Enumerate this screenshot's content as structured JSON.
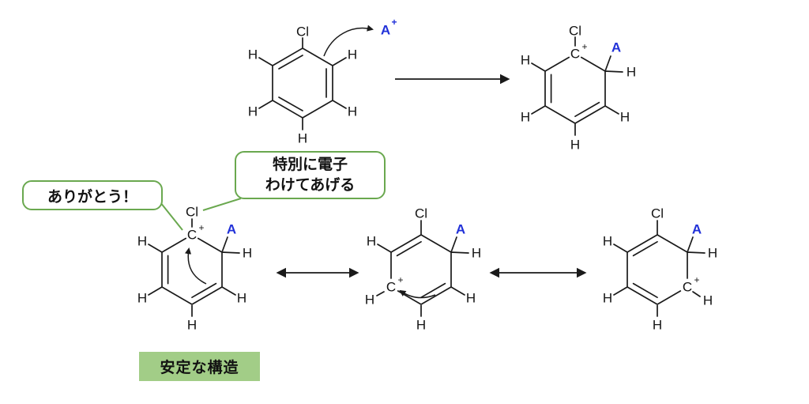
{
  "labels": {
    "hydrogen": "H",
    "chlorine": "Cl",
    "carbon": "C",
    "plus": "+",
    "electrophile": "A"
  },
  "callouts": {
    "share_line1": "特別に電子",
    "share_line2": "わけてあげる",
    "thanks": "ありがとう！",
    "stable": "安定な構造"
  },
  "colors": {
    "electrophile_blue": "#2030d8",
    "callout_green": "#6aa84f",
    "stable_box_green": "#a2cd87",
    "bond_black": "#1a1a1a"
  }
}
